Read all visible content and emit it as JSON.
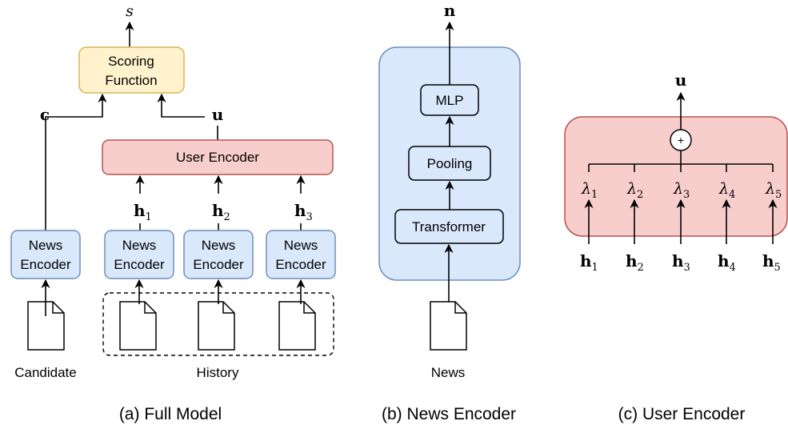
{
  "panel_a": {
    "output_symbol": "s",
    "scoring_function": [
      "Scoring",
      "Function"
    ],
    "candidate_vec": "c",
    "user_vec": "u",
    "user_encoder": "User Encoder",
    "news_encoder": [
      "News",
      "Encoder"
    ],
    "history_vecs": [
      {
        "base": "h",
        "sub": "1"
      },
      {
        "base": "h",
        "sub": "2"
      },
      {
        "base": "h",
        "sub": "3"
      }
    ],
    "candidate_label": "Candidate",
    "history_label": "History",
    "caption": "(a) Full Model"
  },
  "panel_b": {
    "output_vec": "n",
    "layers": [
      "MLP",
      "Pooling",
      "Transformer"
    ],
    "input_label": "News",
    "caption": "(b) News Encoder"
  },
  "panel_c": {
    "output_vec": "u",
    "sum_symbol": "+",
    "weights": [
      {
        "base": "λ",
        "sub": "1"
      },
      {
        "base": "λ",
        "sub": "2"
      },
      {
        "base": "λ",
        "sub": "3"
      },
      {
        "base": "λ",
        "sub": "4"
      },
      {
        "base": "λ",
        "sub": "5"
      }
    ],
    "inputs": [
      {
        "base": "h",
        "sub": "1"
      },
      {
        "base": "h",
        "sub": "2"
      },
      {
        "base": "h",
        "sub": "3"
      },
      {
        "base": "h",
        "sub": "4"
      },
      {
        "base": "h",
        "sub": "5"
      }
    ],
    "caption": "(c) User Encoder"
  },
  "colors": {
    "yellow_fill": "#fff2cc",
    "yellow_stroke": "#d6b656",
    "red_fill": "#f8cecc",
    "red_stroke": "#b85450",
    "blue_fill": "#dae8fc",
    "blue_stroke": "#6c8ebf"
  }
}
